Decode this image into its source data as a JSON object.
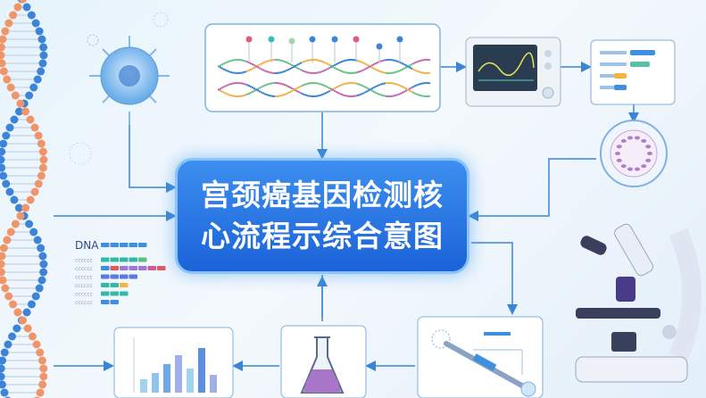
{
  "title": {
    "line1": "宫颈癌基因检测核",
    "line2": "心流程示综合意图"
  },
  "dna_panel": {
    "label": "DNA"
  },
  "colors": {
    "accent": "#1b63d8",
    "arrow": "#3a86d4",
    "panel_border": "#7fb2e0",
    "helix_blue": "#3d84d8",
    "helix_orange": "#f0956a"
  },
  "icons": [
    "dna-helix-icon",
    "cell-virus-icon",
    "dna-sequence-chart-icon",
    "monitor-device-icon",
    "report-list-icon",
    "cell-culture-dish-icon",
    "microscope-icon",
    "bar-chart-icon",
    "flask-icon",
    "pipette-assay-icon"
  ]
}
